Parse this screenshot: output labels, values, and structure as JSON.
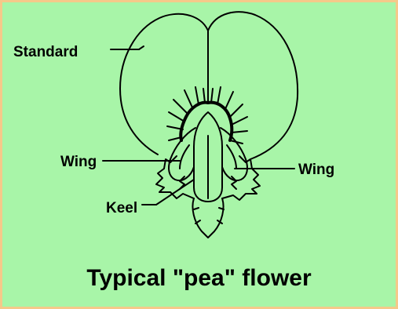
{
  "labels": {
    "standard": "Standard",
    "wing_left": "Wing",
    "wing_right": "Wing",
    "keel": "Keel"
  },
  "caption": "Typical \"pea\" flower",
  "colors": {
    "background": "#a8f5a8",
    "border": "#f5c98a",
    "ink": "#000000"
  }
}
